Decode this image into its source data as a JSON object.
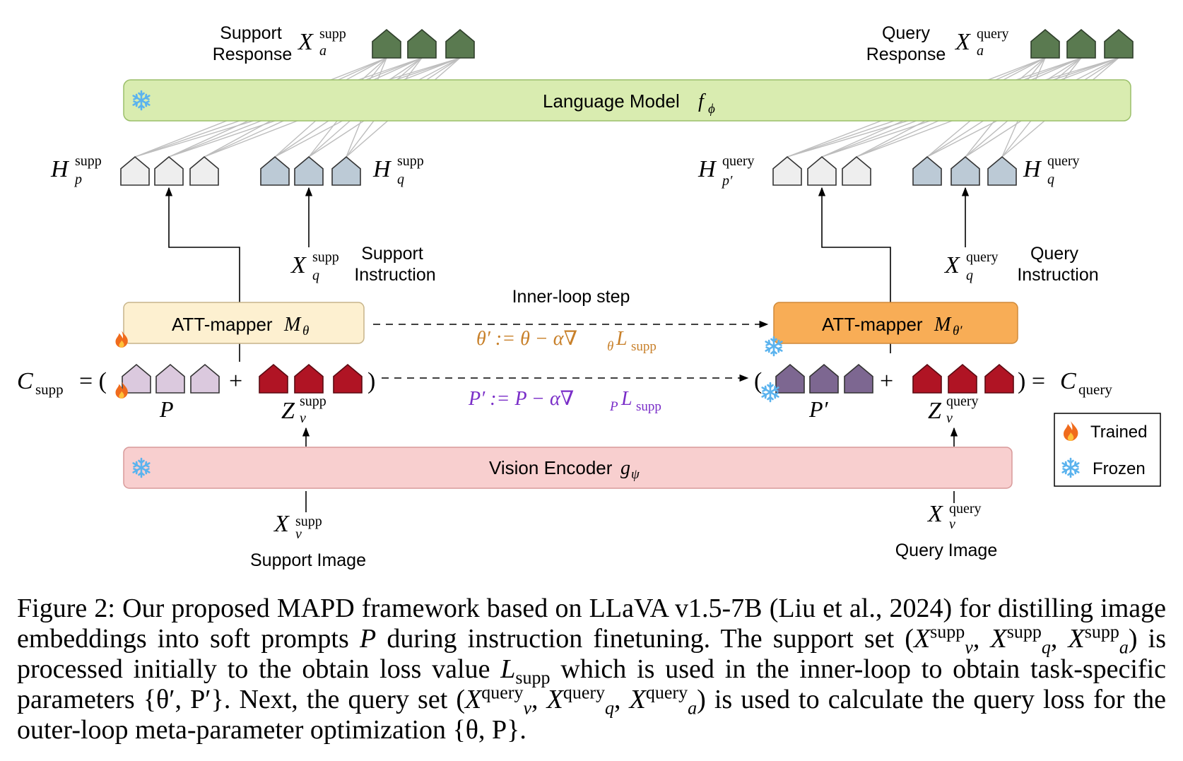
{
  "labels": {
    "support_response": [
      "Support",
      "Response"
    ],
    "query_response": [
      "Query",
      "Response"
    ],
    "language_model": "Language Model",
    "language_model_sym": "f",
    "language_model_sub": "ϕ",
    "support_instruction": [
      "Support",
      "Instruction"
    ],
    "query_instruction": [
      "Query",
      "Instruction"
    ],
    "inner_loop_step": "Inner-loop step",
    "att_mapper": "ATT-mapper",
    "att_mapper_sym": "M",
    "att_mapper_sub_supp": "θ",
    "att_mapper_sub_query": "θ′",
    "theta_update": "θ′ := θ − α∇",
    "theta_update_sub": "θ",
    "p_update": "P′ := P − α∇",
    "p_update_sub": "P",
    "loss_sym": "L",
    "loss_sub": "supp",
    "vision_encoder": "Vision Encoder",
    "vision_encoder_sym": "g",
    "vision_encoder_sub": "ψ",
    "support_image": "Support Image",
    "query_image": "Query Image",
    "c_supp": "C",
    "c_supp_sub": "supp",
    "c_query": "C",
    "c_query_sub": "query",
    "p_label": "P",
    "p_prime_label": "P′",
    "x": "X",
    "h": "H",
    "z": "Z",
    "sup_supp": "supp",
    "sup_query": "query",
    "sub_a": "a",
    "sub_p": "p",
    "sub_p_prime": "p′",
    "sub_q": "q",
    "sub_v": "v",
    "eq_open": "= (",
    "close_eq": ") =",
    "plus": "+",
    "paren_close": ")",
    "paren_open": "("
  },
  "legend": {
    "trained": "Trained",
    "frozen": "Frozen"
  },
  "icons": {
    "trained": "fire-icon",
    "frozen": "snowflake-icon"
  },
  "colors": {
    "language_model_fill": "#d9ecb0",
    "language_model_stroke": "#9bbf6a",
    "vision_encoder_fill": "#f8cfcf",
    "vision_encoder_stroke": "#d89a9a",
    "att_supp_fill": "#fdf0d0",
    "att_query_fill": "#f8ad56",
    "response_token": "#5a7a50",
    "h_p_token": "#eeeeee",
    "h_q_token": "#bccad6",
    "prompt_token": "#dbc9de",
    "prompt_prime_token": "#7d6791",
    "image_token": "#b01424",
    "theta_update_color": "#c8802a",
    "p_update_color": "#7a2ec8"
  },
  "caption": {
    "figure_label": "Figure 2:",
    "p1": "Our proposed MAPD framework based on LLaVA v1.5-7B (Liu et al., 2024) for distilling image embeddings into soft prompts",
    "p1_var": "P",
    "p2": "during instruction finetuning. The support set",
    "p3": "is processed initially to the obtain loss value",
    "p4": "which is used in the inner-loop to obtain task-specific parameters",
    "p4_set": "{θ′, P′}",
    "p5": ". Next, the query set",
    "p6": "is used to calculate the query loss for the outer-loop meta-parameter optimization",
    "p6_set": "{θ, P}",
    "p7": "."
  }
}
